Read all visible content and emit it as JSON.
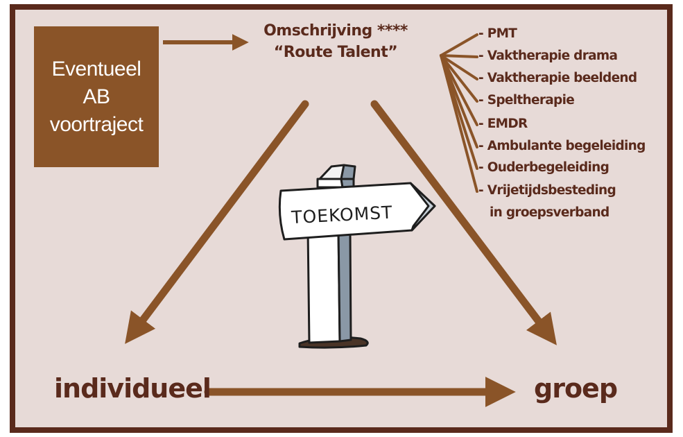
{
  "box": {
    "lines": [
      "Eventueel",
      "AB",
      "voortraject"
    ]
  },
  "title": {
    "line1": "Omschrijving ****",
    "line2": "“Route Talent”"
  },
  "options": [
    "- PMT",
    "- Vaktherapie drama",
    "- Vaktherapie beeldend",
    "- Speltherapie",
    "- EMDR",
    "- Ambulante begeleiding",
    "- Ouderbegeleiding",
    "- Vrijetijdsbesteding",
    "in groepsverband"
  ],
  "bottom": {
    "left": "individueel",
    "right": "groep"
  },
  "sign": {
    "text": "TOEKOMST"
  },
  "colors": {
    "frame": "#5a2a1c",
    "background": "#e7dad7",
    "box": "#8a5428",
    "arrow": "#8a5428",
    "text": "#5a2a1c"
  }
}
